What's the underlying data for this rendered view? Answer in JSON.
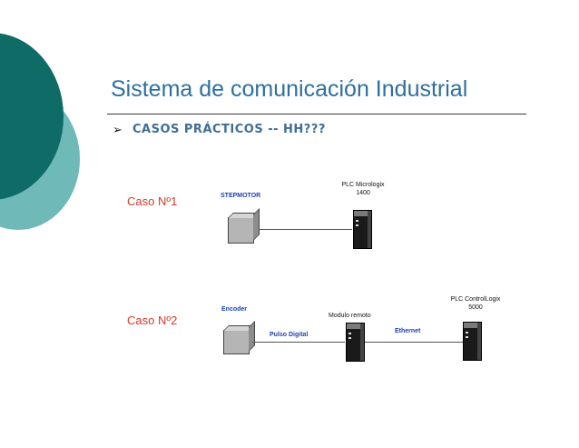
{
  "slide": {
    "title": "Sistema de comunicación Industrial",
    "bullet_symbol": "➢",
    "subtitle": "CASOS PRÁCTICOS --  HH???"
  },
  "diagram": {
    "case1": {
      "label": "Caso Nº1",
      "device_label": "STEPMOTOR",
      "plc_label_line1": "PLC Micrologix",
      "plc_label_line2": "1400"
    },
    "case2": {
      "label": "Caso Nº2",
      "device_label": "Encoder",
      "link1_label": "Pulso Digital",
      "module_label": "Modulo remoto",
      "link2_label": "Ethernet",
      "plc_label_line1": "PLC ControlLogix",
      "plc_label_line2": "5000"
    }
  },
  "colors": {
    "teal_dark": "#0f6b66",
    "teal_light": "#6fb9b8",
    "title_blue": "#2e6f9e",
    "case_red": "#d23a2a",
    "label_blue": "#1f3fb0"
  }
}
